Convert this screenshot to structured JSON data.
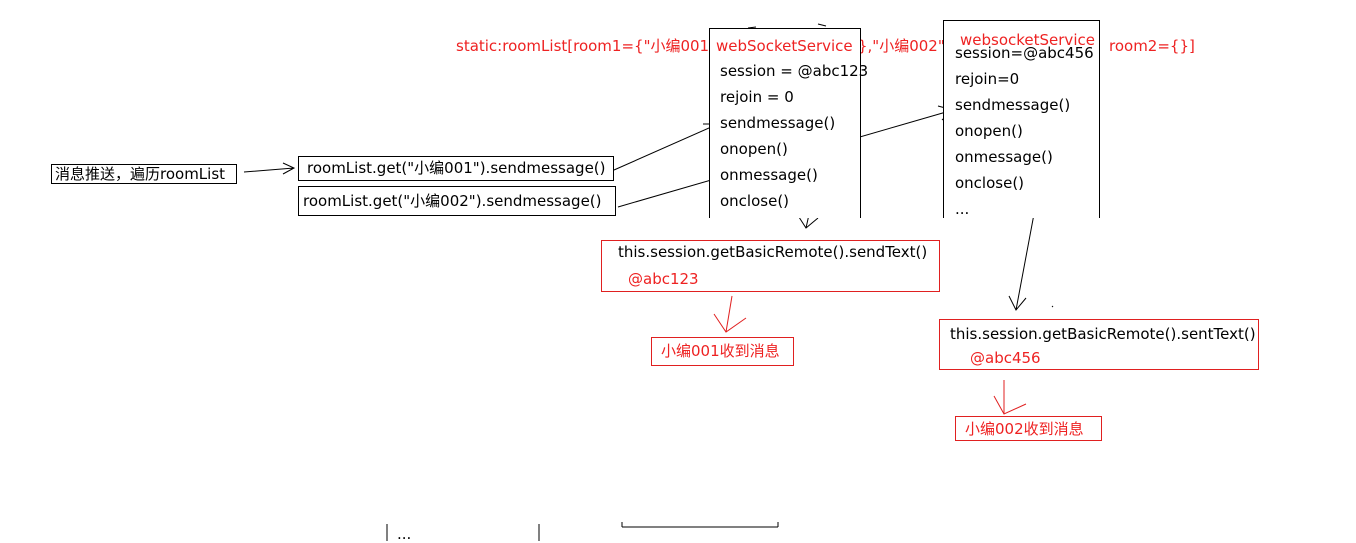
{
  "static_room_list": {
    "part1": "static:roomList[room1={\"小编001\"",
    "part2": "},\"小编002\"=",
    "part3": "，room2={}]"
  },
  "trigger_label": "消息推送，遍历roomList",
  "calls": [
    "roomList.get(\"小编001\").sendmessage()",
    "roomList.get(\"小编002\").sendmessage()"
  ],
  "services": [
    {
      "title": "webSocketService",
      "members": [
        "session = @abc123",
        "rejoin = 0",
        "sendmessage()",
        "onopen()",
        "onmessage()",
        "onclose()"
      ]
    },
    {
      "title": "websocketService",
      "members": [
        "session=@abc456",
        "rejoin=0",
        "sendmessage()",
        "onopen()",
        "onmessage()",
        "onclose()",
        "..."
      ]
    }
  ],
  "sends": [
    {
      "method": "this.session.getBasicRemote().sendText()",
      "session": "@abc123",
      "result": "小编001收到消息"
    },
    {
      "method": "this.session.getBasicRemote().sentText()",
      "session": "@abc456",
      "result": "小编002收到消息"
    }
  ],
  "bottom_ellipsis": "...",
  "colors": {
    "accent": "#ee2222",
    "box_red": "#e02020",
    "ink": "#000000"
  }
}
